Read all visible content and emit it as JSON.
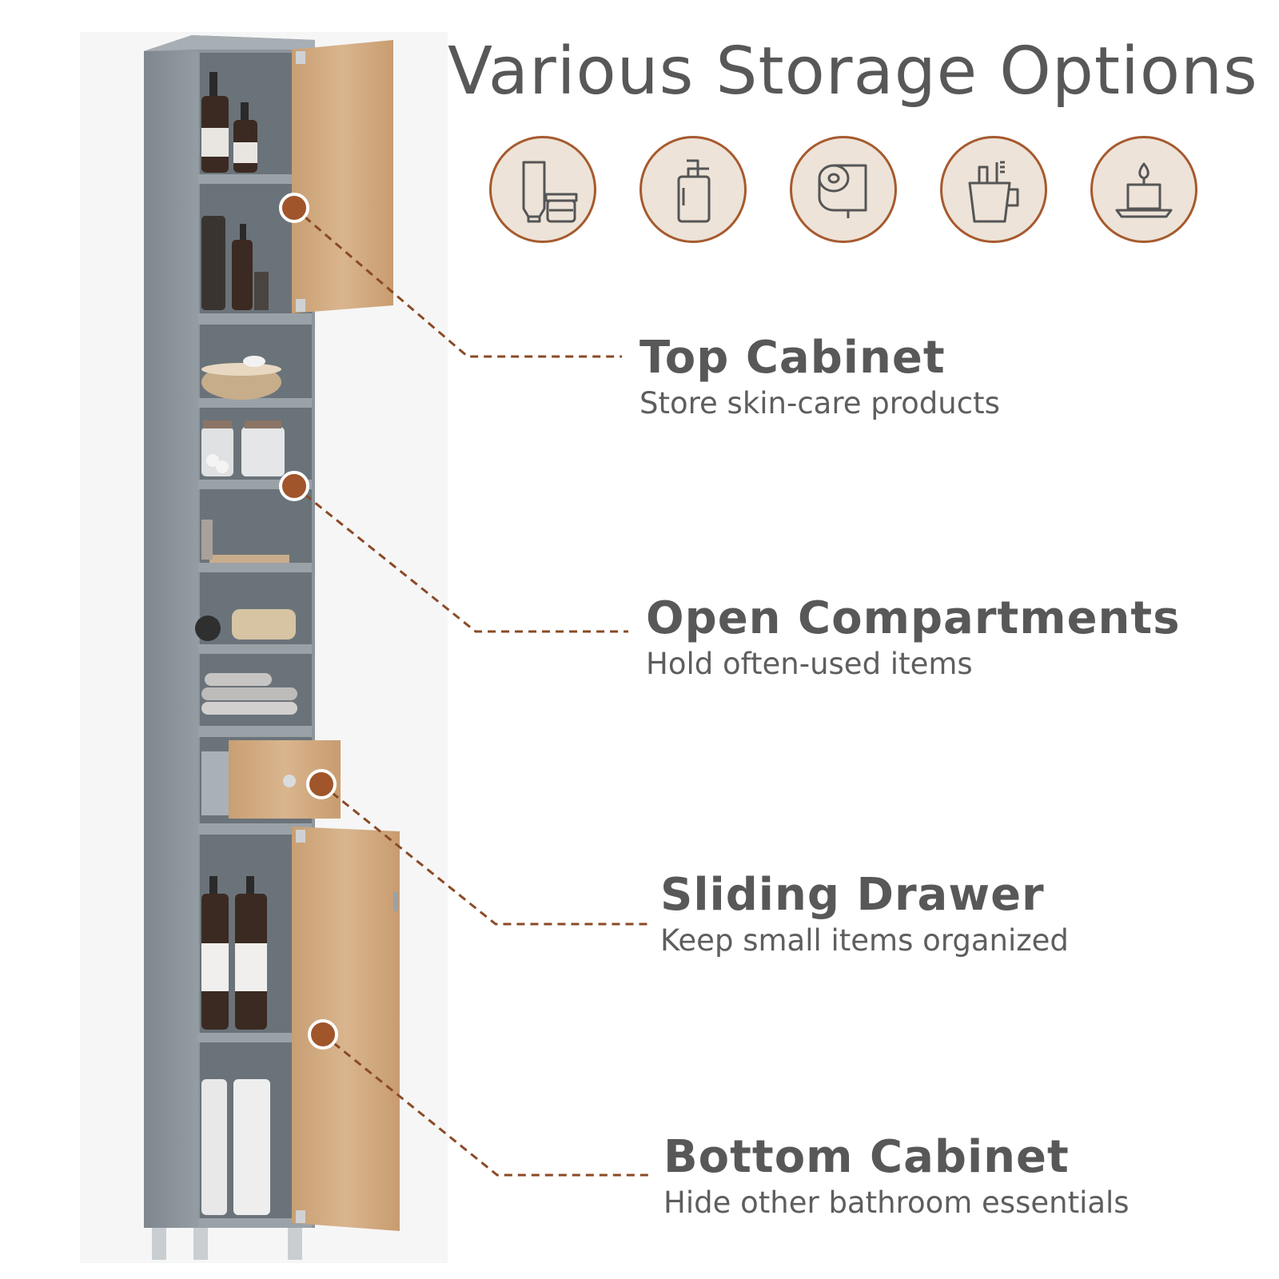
{
  "headline": "Various Storage Options",
  "colors": {
    "accent": "#a65a2e",
    "icon_fill": "#ede3d8",
    "text": "#585858",
    "cabinet_gray": "#8e969d",
    "wood": "#d5b089"
  },
  "icons": [
    {
      "name": "skincare-tube-jar-icon"
    },
    {
      "name": "soap-pump-bottle-icon"
    },
    {
      "name": "toilet-paper-roll-icon"
    },
    {
      "name": "toothbrush-cup-icon"
    },
    {
      "name": "candle-icon"
    }
  ],
  "features": [
    {
      "title": "Top Cabinet",
      "description": "Store skin-care products"
    },
    {
      "title": "Open Compartments",
      "description": "Hold often-used items"
    },
    {
      "title": "Sliding Drawer",
      "description": "Keep small items organized"
    },
    {
      "title": "Bottom Cabinet",
      "description": "Hide other bathroom essentials"
    }
  ]
}
